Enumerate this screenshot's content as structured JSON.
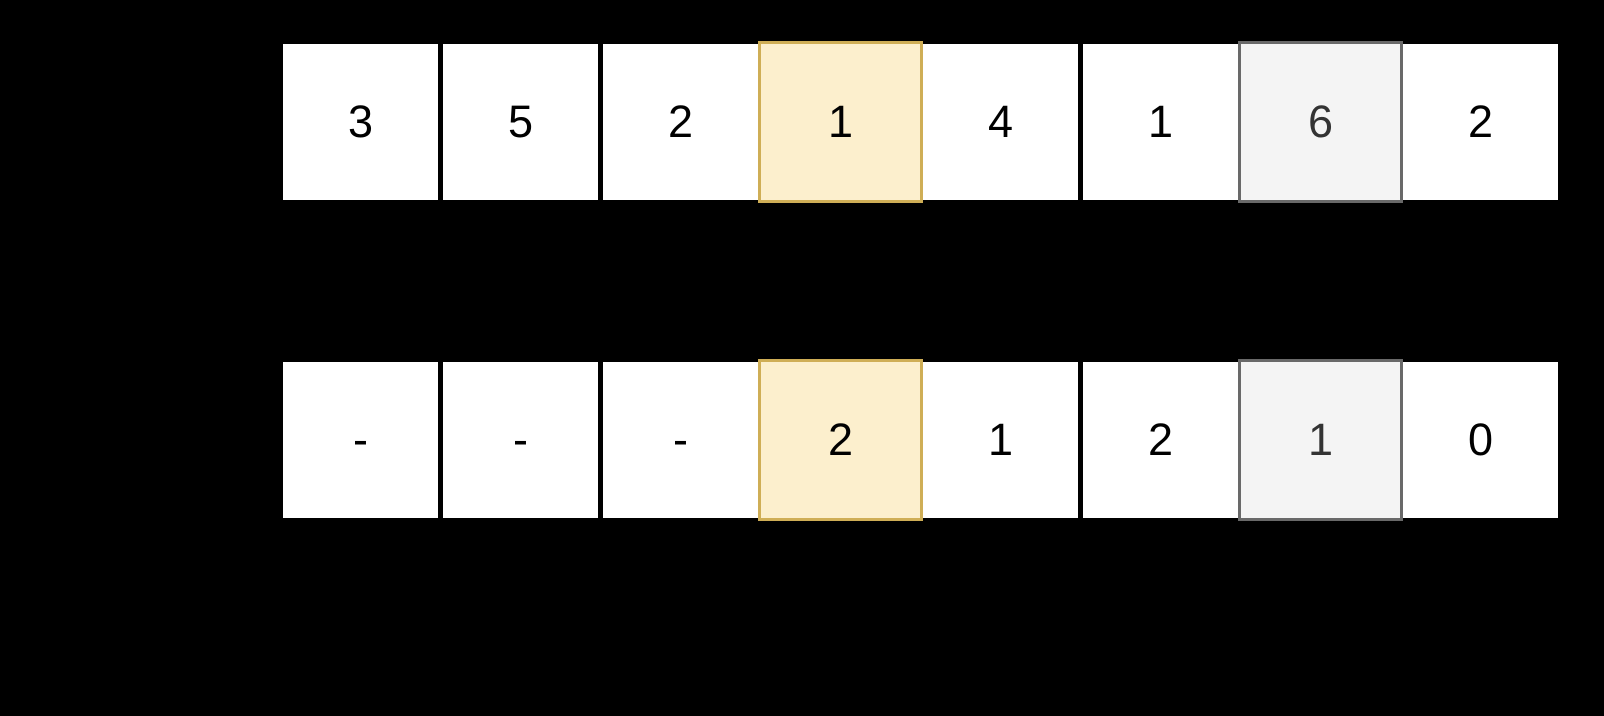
{
  "background_color": "#000000",
  "colors": {
    "cell_fill": "#FFFFFF",
    "cell_text": "#000000",
    "highlight_yellow_fill": "#FCEFCD",
    "highlight_yellow_border": "#CFAE56",
    "highlight_gray_fill": "#F4F4F4",
    "highlight_gray_border": "#696969",
    "highlight_gray_text": "#333333"
  },
  "rows": [
    {
      "name": "input-array-row",
      "cells": [
        {
          "value": "3",
          "state": "normal"
        },
        {
          "value": "5",
          "state": "normal"
        },
        {
          "value": "2",
          "state": "normal"
        },
        {
          "value": "1",
          "state": "highlight-yellow"
        },
        {
          "value": "4",
          "state": "normal"
        },
        {
          "value": "1",
          "state": "normal"
        },
        {
          "value": "6",
          "state": "highlight-gray"
        },
        {
          "value": "2",
          "state": "normal"
        }
      ]
    },
    {
      "name": "dp-array-row",
      "cells": [
        {
          "value": "-",
          "state": "normal"
        },
        {
          "value": "-",
          "state": "normal"
        },
        {
          "value": "-",
          "state": "normal"
        },
        {
          "value": "2",
          "state": "highlight-yellow"
        },
        {
          "value": "1",
          "state": "normal"
        },
        {
          "value": "2",
          "state": "normal"
        },
        {
          "value": "1",
          "state": "highlight-gray"
        },
        {
          "value": "0",
          "state": "normal"
        }
      ]
    }
  ]
}
